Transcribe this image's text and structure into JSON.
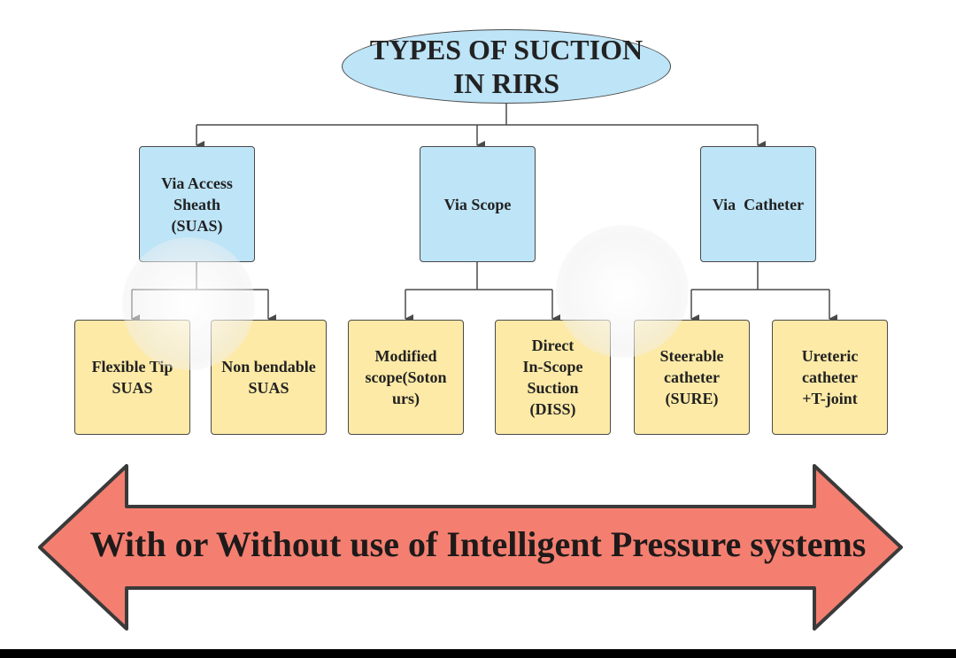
{
  "root": {
    "line1": "TYPES OF SUCTION",
    "line2": "IN RIRS"
  },
  "categories": [
    {
      "label": [
        "Via Access",
        "Sheath",
        "(SUAS)"
      ]
    },
    {
      "label": [
        "Via Scope"
      ]
    },
    {
      "label": [
        "Via  Catheter"
      ]
    }
  ],
  "leaves": [
    {
      "label": [
        "Flexible Tip",
        "SUAS"
      ]
    },
    {
      "label": [
        "Non bendable",
        "SUAS"
      ]
    },
    {
      "label": [
        "Modified",
        "scope(Soton",
        "urs)"
      ]
    },
    {
      "label": [
        "Direct",
        "In-Scope",
        "Suction",
        "(DISS)"
      ]
    },
    {
      "label": [
        "Steerable",
        "catheter",
        "(SURE)"
      ]
    },
    {
      "label": [
        "Ureteric",
        "catheter",
        "+T-joint"
      ]
    }
  ],
  "banner": {
    "text": "With or Without use of Intelligent Pressure systems"
  },
  "colors": {
    "root_fill": "#bde4f7",
    "category_fill": "#bde4f7",
    "leaf_fill": "#fdeaa6",
    "banner_fill": "#f47f70",
    "line": "#4a4a4a"
  }
}
